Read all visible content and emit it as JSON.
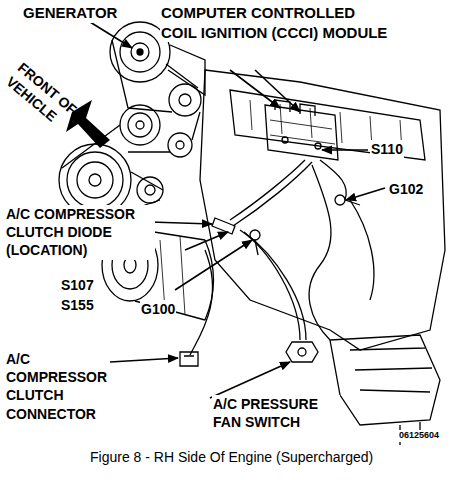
{
  "diagram": {
    "caption": "Figure 8 - RH Side Of Engine (Supercharged)",
    "labels": [
      "GENERATOR",
      "COMPUTER CONTROLLED COIL IGNITION (CCCI) MODULE",
      "FRONT OF VEHICLE",
      "S110",
      "A/C COMPRESSOR CLUTCH DIODE (LOCATION)",
      "S107",
      "S155",
      "G102",
      "G100",
      "A/C COMPRESSOR CLUTCH CONNECTOR",
      "A/C PRESSURE FAN SWITCH",
      "06125604"
    ]
  }
}
